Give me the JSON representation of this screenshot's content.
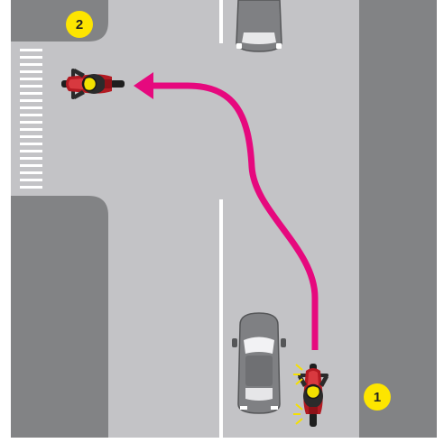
{
  "markers": [
    {
      "id": "1",
      "label": "1"
    },
    {
      "id": "2",
      "label": "2"
    }
  ],
  "colors": {
    "road": "#c3c3c6",
    "sidewalk": "#828385",
    "lane_line": "#ffffff",
    "crosswalk": "#ffffff",
    "route_arrow": "#e6097e",
    "marker_fill": "#fde500",
    "motorcycle_body": "#b31a22",
    "helmet": "#f2e100",
    "car_body": "#7f8083",
    "blinker": "#f5e000"
  },
  "icons": {
    "route": "turn-left-arrow",
    "vehicle_1": "motorcycle-icon",
    "vehicle_2": "motorcycle-icon",
    "parked_car": "car-icon"
  }
}
